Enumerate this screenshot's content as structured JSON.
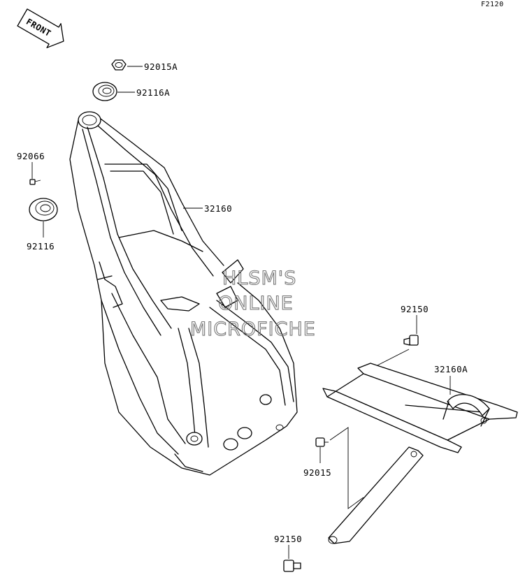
{
  "page_code": "F2120",
  "front_badge": "FRONT",
  "watermark": {
    "line1": "HLSM'S",
    "line2": "ONLINE",
    "line3": "MICROFICHE"
  },
  "parts": {
    "nut_top": "92015A",
    "bearing_top": "92116A",
    "screw_left": "92066",
    "bearing_left": "92116",
    "frame": "32160",
    "bolt_right": "92150",
    "subframe": "32160A",
    "bolt_mid": "92015",
    "bolt_bottom": "92150"
  }
}
